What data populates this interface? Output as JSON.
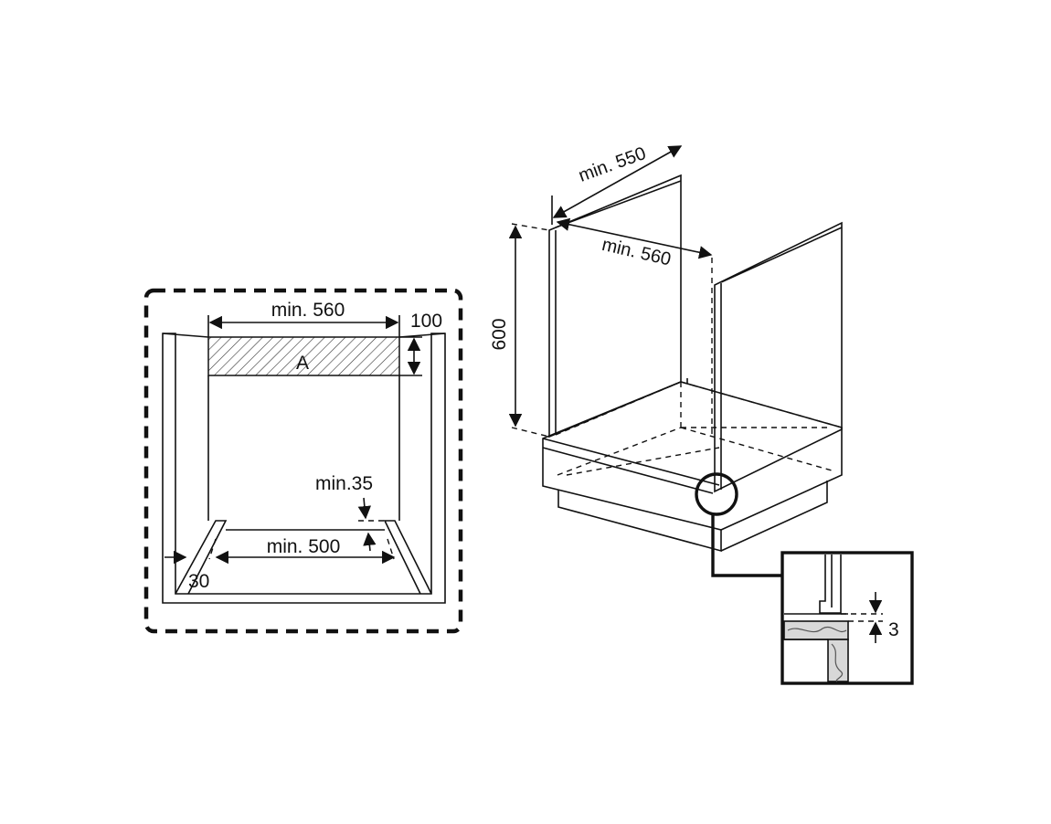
{
  "left_view": {
    "width_label": "min. 560",
    "height_label": "100",
    "zone_label": "A",
    "gap_label": "min.35",
    "depth_label": "min. 500",
    "side_label": "30"
  },
  "right_view": {
    "depth_label": "min. 550",
    "width_label": "min. 560",
    "height_label": "600"
  },
  "detail_view": {
    "gap_label": "3"
  },
  "colors": {
    "line": "#111111",
    "background": "#ffffff"
  }
}
